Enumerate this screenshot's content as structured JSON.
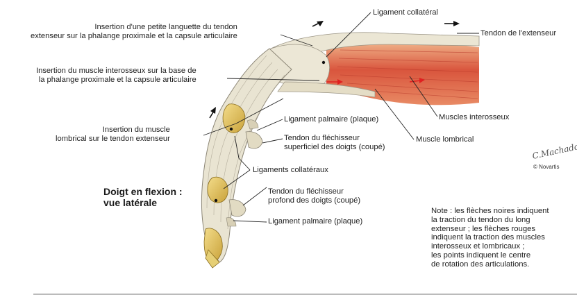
{
  "title": [
    "Doigt en flexion :",
    "vue latérale"
  ],
  "labels": {
    "insertion_languette": [
      "Insertion d'une petite languette du tendon",
      "extenseur sur la phalange proximale et la capsule articulaire"
    ],
    "insertion_interosseux": [
      "Insertion du muscle interosseux sur la base de",
      "la phalange proximale et la capsule articulaire"
    ],
    "insertion_lombrical": [
      "Insertion du muscle",
      "lombrical sur le tendon extenseur"
    ],
    "ligament_collateral": "Ligament collatéral",
    "tendon_extenseur": "Tendon de l'extenseur",
    "muscles_interosseux": "Muscles interosseux",
    "muscle_lombrical": "Muscle lombrical",
    "ligament_palmaire_1": "Ligament palmaire (plaque)",
    "tendon_flechisseur_superficiel": [
      "Tendon du fléchisseur",
      "superficiel des doigts (coupé)"
    ],
    "ligaments_collateraux": "Ligaments collatéraux",
    "tendon_flechisseur_profond": [
      "Tendon du fléchisseur",
      "profond des doigts (coupé)"
    ],
    "ligament_palmaire_2": "Ligament palmaire (plaque)"
  },
  "note": [
    "Note : les flèches noires indiquent",
    "la traction du tendon du long",
    "extenseur ; les flèches rouges",
    "indiquent la traction des muscles",
    "interosseux et lombricaux ;",
    "les points indiquent le centre",
    "de rotation des articulations."
  ],
  "signature": "C.Machado",
  "copyright": "© Novartis",
  "colors": {
    "muscle": "#d9553d",
    "tendon": "#e8e2cc",
    "bone": "#e3c35a",
    "red_arrow": "#e02020",
    "black_arrow": "#111111"
  }
}
